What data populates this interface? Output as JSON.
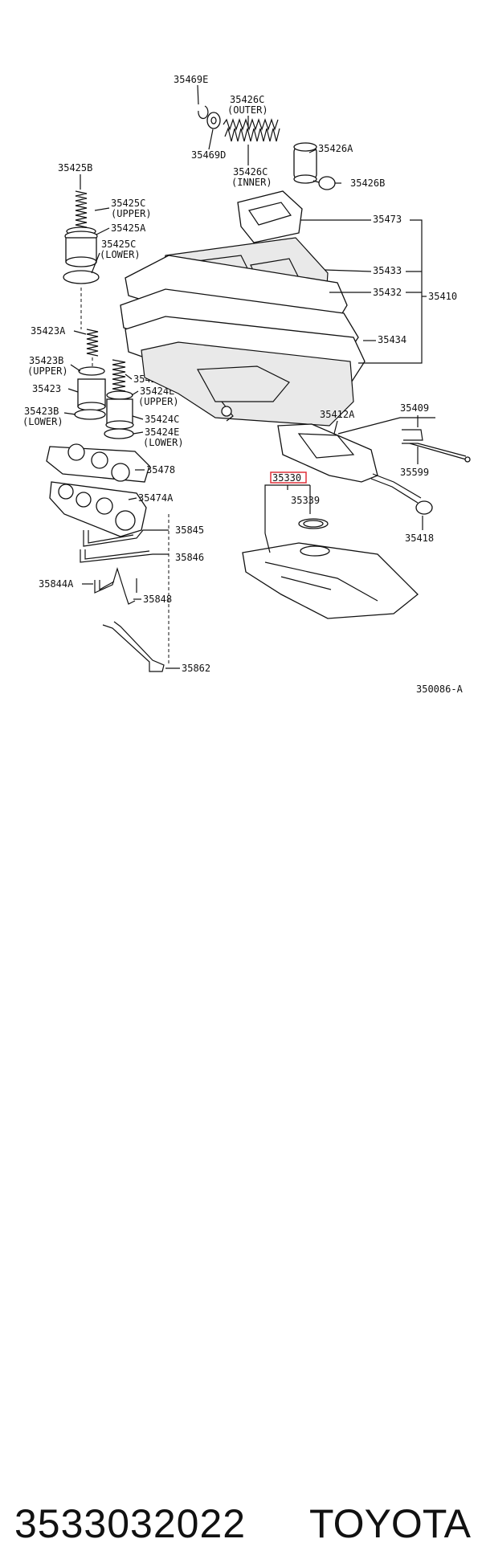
{
  "diagram": {
    "callouts": {
      "c35469e": "35469E",
      "c35426c_outer": "35426C",
      "c35426c_outer_sub": "(OUTER)",
      "c35426a": "35426A",
      "c35469d": "35469D",
      "c35426c_inner": "35426C",
      "c35426c_inner_sub": "(INNER)",
      "c35426b": "35426B",
      "c35425b": "35425B",
      "c35425c_upper": "35425C",
      "c35425c_upper_sub": "(UPPER)",
      "c35425a": "35425A",
      "c35425c_lower": "35425C",
      "c35425c_lower_sub": "(LOWER)",
      "c35473": "35473",
      "c35433": "35433",
      "c35432": "35432",
      "c35410": "35410",
      "c35423a": "35423A",
      "c35434": "35434",
      "c35423b_upper": "35423B",
      "c35423b_upper_sub": "(UPPER)",
      "c35424d": "35424D",
      "c35423": "35423",
      "c35424e_upper": "35424E",
      "c35424e_upper_sub": "(UPPER)",
      "c35423b_lower": "35423B",
      "c35423b_lower_sub": "(LOWER)",
      "c35424c": "35424C",
      "c35424e_lower": "35424E",
      "c35424e_lower_sub": "(LOWER)",
      "c35412a": "35412A",
      "c35409": "35409",
      "c35478": "35478",
      "c35599": "35599",
      "c35330": "35330",
      "c35474a": "35474A",
      "c35339": "35339",
      "c35418": "35418",
      "c35845": "35845",
      "c35846": "35846",
      "c35844a": "35844A",
      "c35848": "35848",
      "c35862": "35862"
    },
    "drawing_code": "350086-A"
  },
  "caption": {
    "part_number": "3533032022",
    "brand": "TOYOTA"
  },
  "colors": {
    "highlight": "#e0303a",
    "ink": "#111111"
  }
}
